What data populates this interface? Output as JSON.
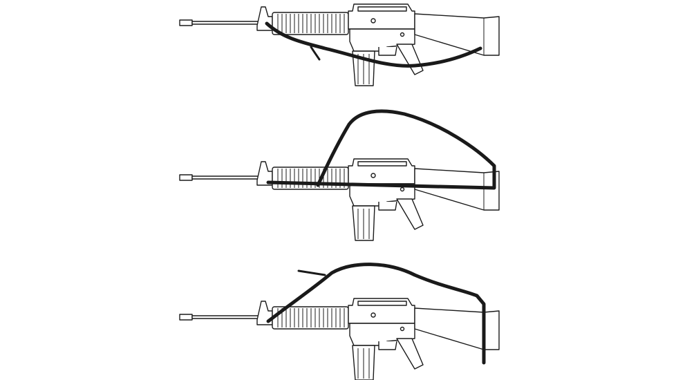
{
  "illustration": {
    "figures": [
      {
        "name": "rifle-sling-configuration-1"
      },
      {
        "name": "rifle-sling-configuration-2"
      },
      {
        "name": "rifle-sling-configuration-3"
      }
    ],
    "colors": {
      "line": "#1a1a1a",
      "background": "#ffffff",
      "sling": "#1a1a1a"
    }
  }
}
